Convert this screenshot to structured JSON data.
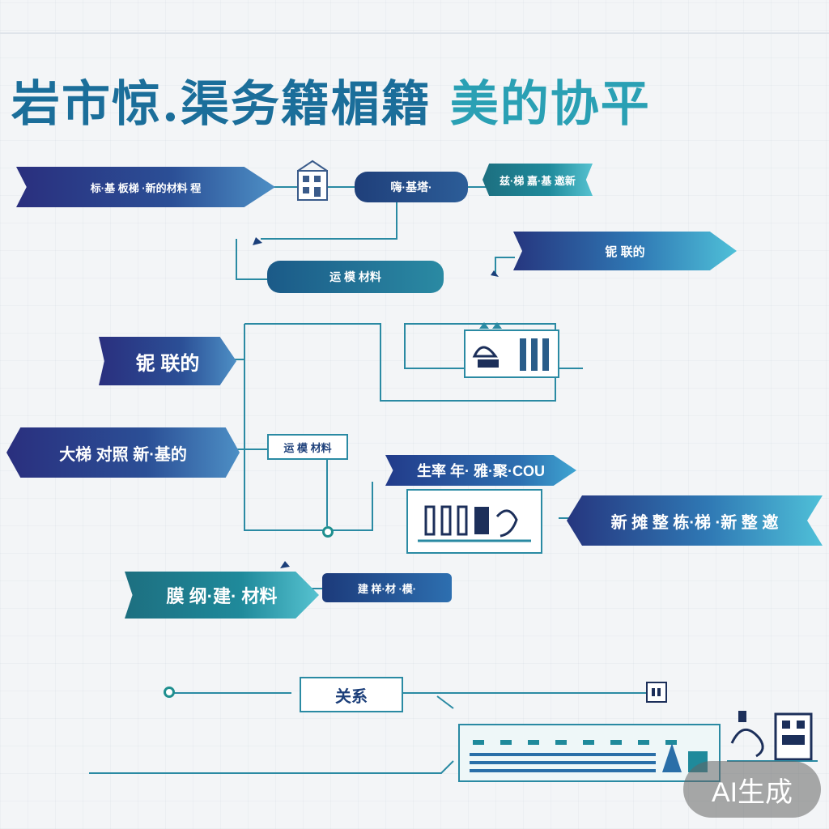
{
  "title": {
    "main": "岩市惊.渠务籍楣籍",
    "tail": "美的协平"
  },
  "banners": {
    "b1": "标·基 板梯 ·新的材料 程",
    "b2": "嗨·基塔·",
    "b3": "兹·梯 嘉·基 邀新",
    "b4": "运 模 材料",
    "b5": "铌 联的",
    "b6": "大梯 对照 新·基的",
    "b7": "生率 年· 雅·聚·COU",
    "b8": "新 摊 整 栋·梯 ·新 整 邀",
    "b9": "膜 纲·建· 材料",
    "b10": "建 样·材 ·模·",
    "b11": "关系"
  },
  "watermark": "AI生成",
  "colors": {
    "navy": "#2a2f7e",
    "blue": "#2d6fb0",
    "teal": "#1f8a9b",
    "line": "#2a8aa3"
  }
}
